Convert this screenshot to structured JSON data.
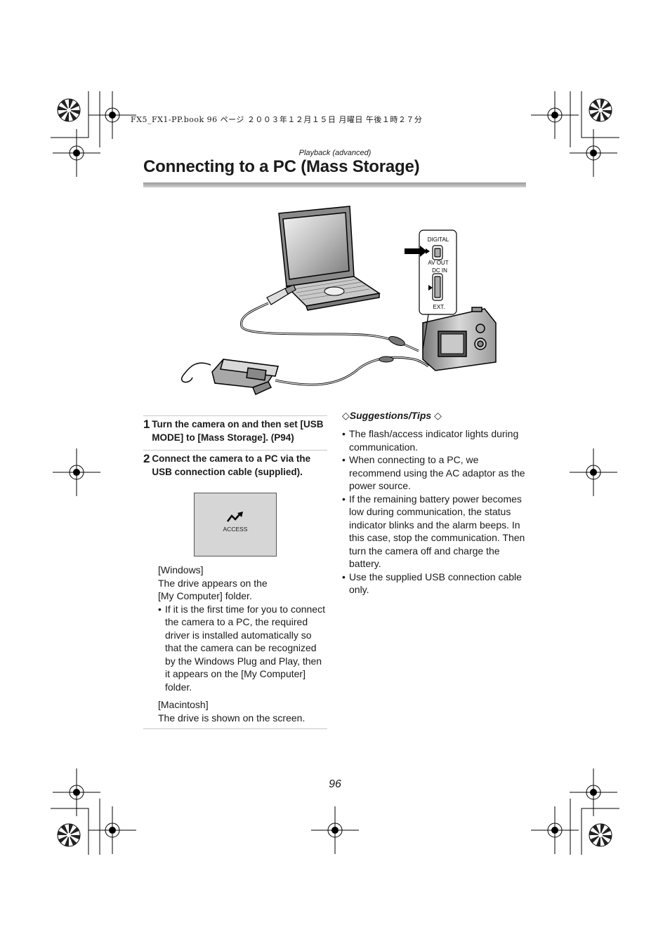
{
  "print_info": "FX5_FX1-PP.book  96 ページ  ２００３年１２月１５日  月曜日  午後１時２７分",
  "section_label": "Playback (advanced)",
  "title": "Connecting to a PC (Mass Storage)",
  "figure": {
    "labels": {
      "digital": "DIGITAL",
      "av_out": "AV OUT",
      "dc_in": "DC IN",
      "ext": "EXT."
    }
  },
  "steps": [
    {
      "num": "1",
      "text": "Turn the camera on and then set [USB MODE] to [Mass Storage]. (P94)"
    },
    {
      "num": "2",
      "text": "Connect the camera to a PC via the USB connection cable (supplied)."
    }
  ],
  "access_screen": {
    "label": "ACCESS"
  },
  "windows": {
    "heading": "[Windows]",
    "line1": "The drive appears on the",
    "line2": "[My Computer] folder.",
    "bullet": "If it is the first time for you to connect the camera to a PC, the required driver is installed automatically so that the camera can be recognized by the Windows Plug and Play, then it appears on the [My Computer] folder."
  },
  "macintosh": {
    "heading": "[Macintosh]",
    "line1": "The drive is shown on the screen."
  },
  "tips": {
    "heading": "Suggestions/Tips",
    "items": [
      "The flash/access indicator lights during communication.",
      "When connecting to a PC, we recommend using the AC adaptor as the power source.",
      "If the remaining battery power becomes low during communication, the status indicator blinks and the alarm beeps. In this case, stop the communication. Then turn the camera off and charge the battery.",
      "Use the supplied USB connection cable only."
    ]
  },
  "page_number": "96"
}
